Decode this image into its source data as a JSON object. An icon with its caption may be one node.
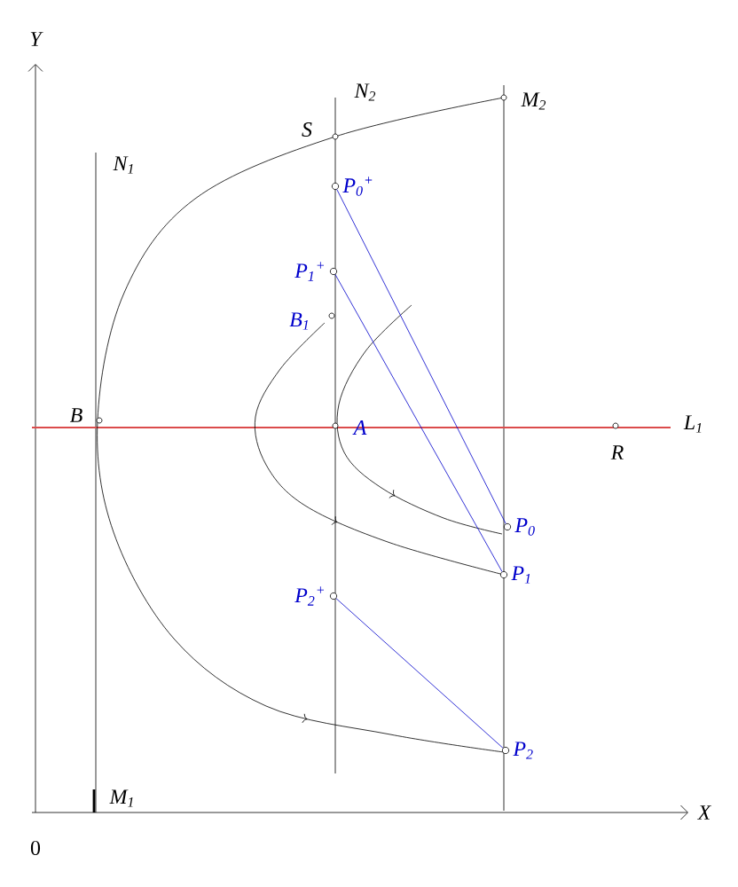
{
  "diagram": {
    "nodes": [
      {
        "text": [
          "P$_{0}$$^{+}$"
        ]
      },
      {
        "text": [
          "P$_{1}$$^{+}$"
        ]
      },
      {
        "text": [
          "P$_{0}$"
        ]
      },
      {
        "text": [
          "P$_{1}$"
        ]
      },
      {
        "text": [
          "P$_{2}$$^{+}$"
        ]
      },
      {
        "text": [
          "P$_{2}$"
        ]
      }
    ],
    "edges": [
      {
        "from": 0,
        "to": 2,
        "arrow": "none",
        "color": "#0000cc"
      },
      {
        "from": 1,
        "to": 3,
        "arrow": "none",
        "color": "#0000cc"
      },
      {
        "from": 4,
        "to": 5,
        "arrow": "none",
        "color": "#0000cc"
      }
    ],
    "labels": [
      "Y",
      "N$_{2}$",
      "M$_{2}$",
      "S",
      "N$_{1}$",
      "B$_{1}$",
      "B",
      "A",
      "L$_{1}$",
      "R",
      "M$_{1}$",
      "X",
      "0"
    ]
  }
}
